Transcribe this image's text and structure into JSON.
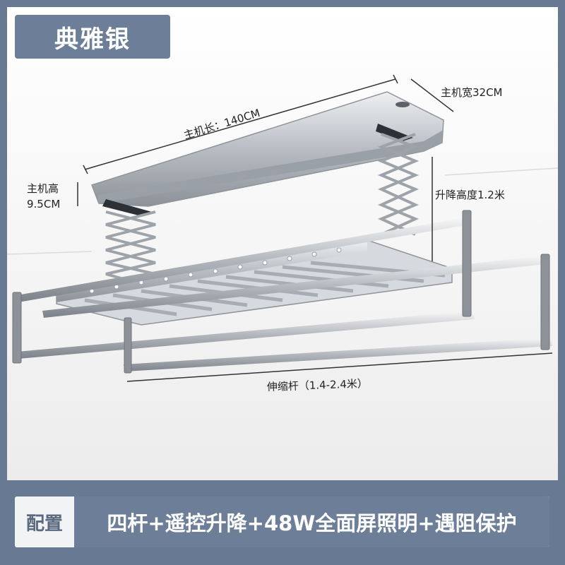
{
  "title": "典雅银",
  "dimensions": {
    "length": "主机长：140CM",
    "width": "主机宽32CM",
    "height_label": "主机高",
    "height_value": "9.5CM",
    "lift": "升降高度1.2米",
    "rod": "伸缩杆（1.4-2.4米）"
  },
  "config": {
    "tag": "配置",
    "description": "四杆+遥控升降+48W全面屏照明+遇阻保护"
  },
  "colors": {
    "frame": "#687a93",
    "accent": "#6d7f98",
    "metal": "#c9ccd1"
  }
}
